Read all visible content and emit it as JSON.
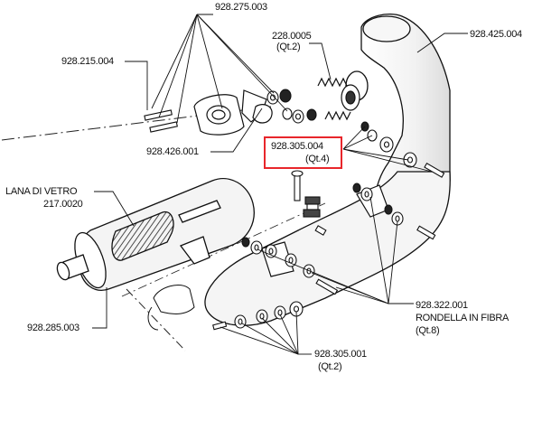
{
  "diagram": {
    "highlight_color": "#e8262b",
    "labels": {
      "p275": "928.275.003",
      "p215": "928.215.004",
      "p228": "228.0005",
      "p228_qty": "(Qt.2)",
      "p425": "928.425.004",
      "p426": "928.426.001",
      "p305_004": "928.305.004",
      "p305_004_qty": "(Qt.4)",
      "lana": "LANA DI VETRO",
      "lana_code": "217.0020",
      "p322": "928.322.001",
      "p322_desc": "RONDELLA IN FIBRA",
      "p322_qty": "(Qt.8)",
      "p285": "928.285.003",
      "p305_001": "928.305.001",
      "p305_001_qty": "(Qt.2)"
    }
  }
}
